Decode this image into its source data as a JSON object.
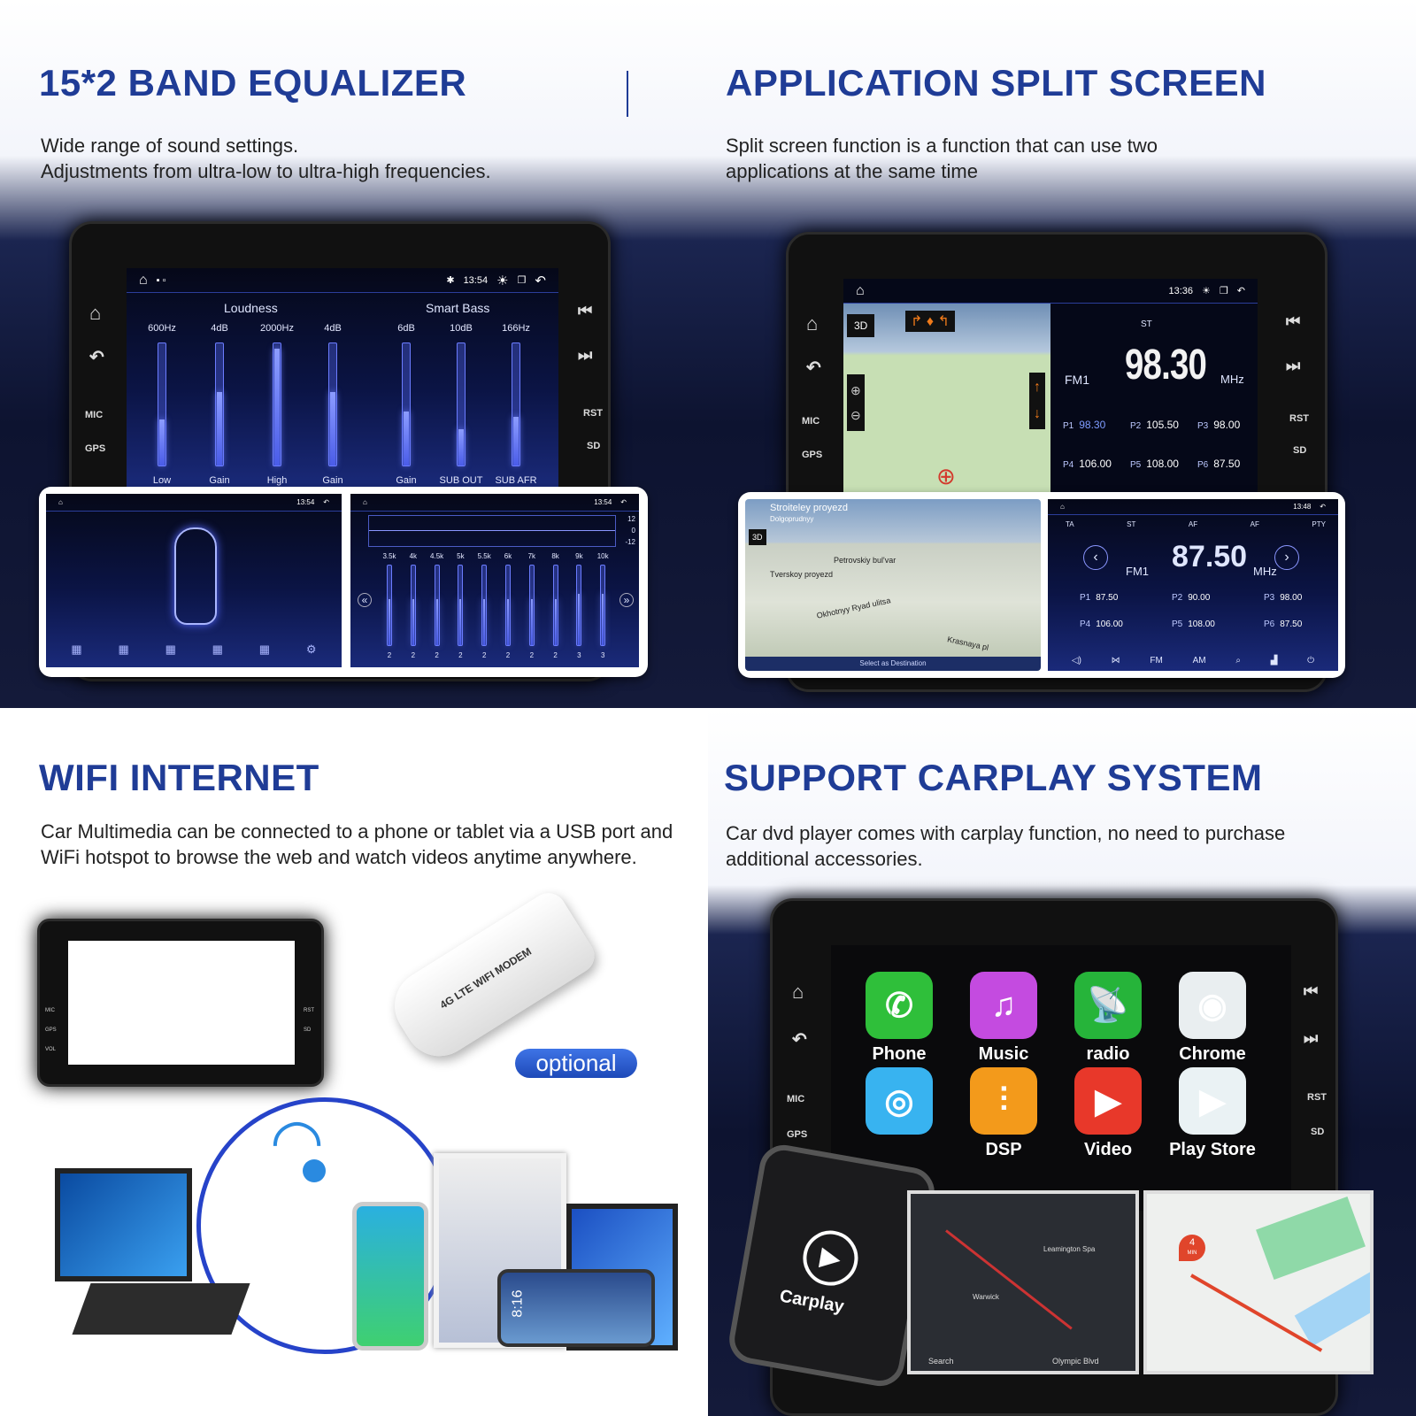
{
  "eq": {
    "title": "15*2 BAND EQUALIZER",
    "desc1": "Wide range of sound settings.",
    "desc2": "Adjustments from ultra-low to ultra-high frequencies.",
    "time": "13:54",
    "loudness": "Loudness",
    "smart_bass": "Smart Bass",
    "bands": [
      {
        "top": "600Hz",
        "bottom": "Low",
        "level": 0.62
      },
      {
        "top": "4dB",
        "bottom": "Gain",
        "level": 0.4
      },
      {
        "top": "2000Hz",
        "bottom": "High",
        "level": 0.04
      },
      {
        "top": "4dB",
        "bottom": "Gain",
        "level": 0.4
      },
      {
        "top": "6dB",
        "bottom": "Gain",
        "level": 0.56
      },
      {
        "top": "10dB",
        "bottom": "SUB OUT",
        "level": 0.7
      },
      {
        "top": "166Hz",
        "bottom": "SUB AFR",
        "level": 0.6
      }
    ],
    "side_left": [
      "MIC",
      "GPS"
    ],
    "side_right": [
      "RST",
      "SD"
    ],
    "graph_scale": [
      "12",
      "0",
      "-12"
    ],
    "bands2": [
      {
        "top": "3.5k",
        "bottom": "2"
      },
      {
        "top": "4k",
        "bottom": "2"
      },
      {
        "top": "4.5k",
        "bottom": "2"
      },
      {
        "top": "5k",
        "bottom": "2"
      },
      {
        "top": "5.5k",
        "bottom": "2"
      },
      {
        "top": "6k",
        "bottom": "2"
      },
      {
        "top": "7k",
        "bottom": "2"
      },
      {
        "top": "8k",
        "bottom": "2"
      },
      {
        "top": "9k",
        "bottom": "3"
      },
      {
        "top": "10k",
        "bottom": "3"
      }
    ]
  },
  "split": {
    "title": "APPLICATION SPLIT SCREEN",
    "desc1": "Split screen function is a function that can use two",
    "desc2": "applications at the same time",
    "time": "13:36",
    "st": "ST",
    "band": "FM1",
    "freq": "98.30",
    "unit": "MHz",
    "btn_3d": "3D",
    "presets": [
      {
        "p": "P1",
        "v": "98.30"
      },
      {
        "p": "P2",
        "v": "105.50"
      },
      {
        "p": "P3",
        "v": "98.00"
      },
      {
        "p": "P4",
        "v": "106.00"
      },
      {
        "p": "P5",
        "v": "108.00"
      },
      {
        "p": "P6",
        "v": "87.50"
      }
    ],
    "nav": {
      "street": "Stroiteley proyezd",
      "city": "Dolgoprudnyy",
      "labels": [
        "Petrovskiy bul'var",
        "Tverskoy proyezd",
        "Okhotnyy Ryad ulitsa",
        "Krasnaya pl"
      ],
      "dest": "Select as Destination"
    },
    "radio2": {
      "time": "13:48",
      "ta": "TA",
      "st": "ST",
      "af": "AF",
      "af2": "AF",
      "pty": "PTY",
      "band": "FM1",
      "freq": "87.50",
      "unit": "MHz",
      "presets": [
        {
          "p": "P1",
          "v": "87.50"
        },
        {
          "p": "P2",
          "v": "90.00"
        },
        {
          "p": "P3",
          "v": "98.00"
        },
        {
          "p": "P4",
          "v": "106.00"
        },
        {
          "p": "P5",
          "v": "108.00"
        },
        {
          "p": "P6",
          "v": "87.50"
        }
      ],
      "bottom": [
        "FM",
        "AM"
      ]
    }
  },
  "wifi": {
    "title": "WIFI INTERNET",
    "desc": "Car Multimedia can be connected to a phone or tablet via a USB port and WiFi hotspot to browse the web and watch videos anytime anywhere.",
    "dongle": "4G LTE WIFI MODEM",
    "optional": "optional",
    "phone_time": "8:16",
    "unit_labels": [
      "MIC",
      "GPS",
      "VOL",
      "RST",
      "SD"
    ]
  },
  "carplay": {
    "title": "SUPPORT CARPLAY SYSTEM",
    "desc": "Car dvd player comes with carplay function, no need to purchase additional accessories.",
    "apps": [
      {
        "label": "Phone",
        "icon": "phone-icon",
        "color": "#2fbf3a",
        "glyph": "✆"
      },
      {
        "label": "Music",
        "icon": "music-icon",
        "color": "#c44be0",
        "glyph": "♫"
      },
      {
        "label": "radio",
        "icon": "radio-icon",
        "color": "#26b43a",
        "glyph": "📡"
      },
      {
        "label": "Chrome",
        "icon": "chrome-icon",
        "color": "#e9eef0",
        "glyph": "◉"
      },
      {
        "label": "",
        "icon": "app-icon",
        "color": "#38b3f0",
        "glyph": "◎"
      },
      {
        "label": "DSP",
        "icon": "dsp-icon",
        "color": "#f39a1b",
        "glyph": "⫶"
      },
      {
        "label": "Video",
        "icon": "video-icon",
        "color": "#e8382a",
        "glyph": "▶"
      },
      {
        "label": "Play Store",
        "icon": "play-store-icon",
        "color": "#eaf2f4",
        "glyph": "▶"
      }
    ],
    "phone_label": "Carplay",
    "side_left": [
      "MIC",
      "GPS"
    ],
    "side_right": [
      "RST",
      "SD"
    ],
    "map1": {
      "search": "Search",
      "road": "Olympic Blvd",
      "places": [
        "Leamington Spa",
        "Warwick"
      ]
    },
    "map2": {
      "eta": "4",
      "eta_unit": "MIN"
    }
  }
}
